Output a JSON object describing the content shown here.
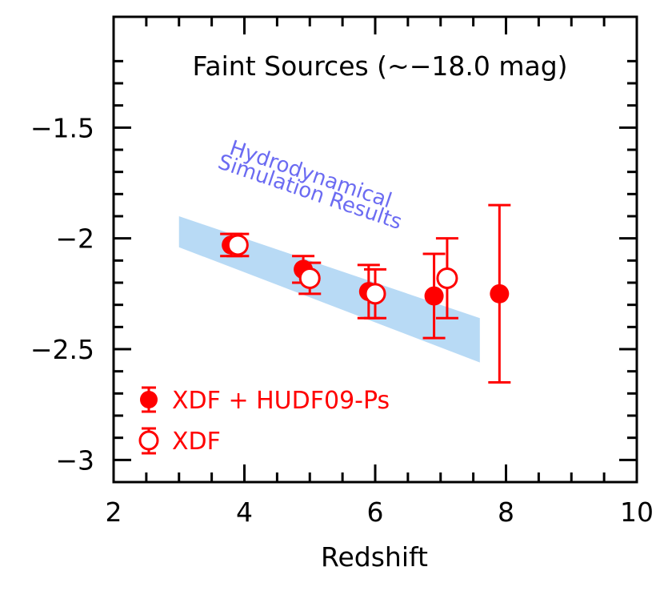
{
  "chart_data": {
    "type": "scatter",
    "title": "Faint Sources (~−18.0 mag)",
    "xlabel": "Redshift",
    "ylabel": "",
    "xlim": [
      2,
      10
    ],
    "ylim": [
      -3.1,
      -1.0
    ],
    "x_major_ticks": [
      2,
      4,
      6,
      8,
      10
    ],
    "x_tick_labels": [
      "2",
      "4",
      "6",
      "8",
      "10"
    ],
    "y_major_ticks": [
      -3,
      -2.5,
      -2,
      -1.5
    ],
    "y_tick_labels": [
      "−3",
      "−2.5",
      "−2",
      "−1.5"
    ],
    "legend_position": "bottom-left",
    "colors": {
      "data": "#ff0000",
      "band_fill": "#b8daf5",
      "band_text": "#6b6bf2",
      "axis": "#000000"
    },
    "band": {
      "label_lines": [
        "Hydrodynamical",
        "Simulation Results"
      ],
      "x": [
        3.0,
        7.6
      ],
      "y_upper": [
        -1.9,
        -2.36
      ],
      "y_lower": [
        -2.04,
        -2.56
      ]
    },
    "series": [
      {
        "name": "XDF + HUDF09-Ps",
        "marker": "filled-circle",
        "points": [
          {
            "x": 3.8,
            "y": -2.03,
            "yerr_low": 0.05,
            "yerr_high": 0.05
          },
          {
            "x": 4.9,
            "y": -2.14,
            "yerr_low": 0.06,
            "yerr_high": 0.06
          },
          {
            "x": 5.9,
            "y": -2.24,
            "yerr_low": 0.12,
            "yerr_high": 0.12
          },
          {
            "x": 6.9,
            "y": -2.26,
            "yerr_low": 0.19,
            "yerr_high": 0.19
          },
          {
            "x": 7.9,
            "y": -2.25,
            "yerr_low": 0.4,
            "yerr_high": 0.4
          }
        ]
      },
      {
        "name": "XDF",
        "marker": "open-circle",
        "points": [
          {
            "x": 3.9,
            "y": -2.03,
            "yerr_low": 0.05,
            "yerr_high": 0.05
          },
          {
            "x": 5.0,
            "y": -2.18,
            "yerr_low": 0.07,
            "yerr_high": 0.07
          },
          {
            "x": 6.0,
            "y": -2.25,
            "yerr_low": 0.11,
            "yerr_high": 0.11
          },
          {
            "x": 7.1,
            "y": -2.18,
            "yerr_low": 0.18,
            "yerr_high": 0.18
          }
        ]
      }
    ]
  }
}
